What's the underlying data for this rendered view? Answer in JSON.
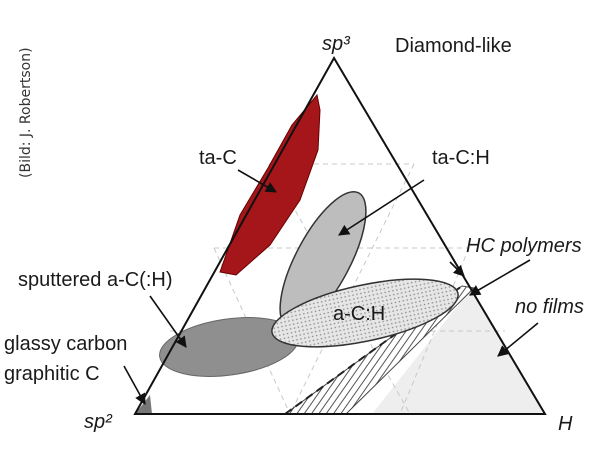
{
  "credit": "(Bild: J. Robertson)",
  "vertices": {
    "top": "sp³",
    "left": "sp²",
    "right": "H"
  },
  "labels": {
    "diamond_like": "Diamond-like",
    "ta_c": "ta-C",
    "ta_c_h": "ta-C:H",
    "hc_polymers": "HC polymers",
    "sputtered": "sputtered a-C(:H)",
    "a_c_h": "a-C:H",
    "no_films": "no films",
    "glassy_1": "glassy carbon",
    "glassy_2": "graphitic C"
  },
  "colors": {
    "ta_c": "#a4161a",
    "sputtered": "#8f8f8f",
    "ta_c_h": "#bdbdbd",
    "no_films": "#eeeeee"
  }
}
